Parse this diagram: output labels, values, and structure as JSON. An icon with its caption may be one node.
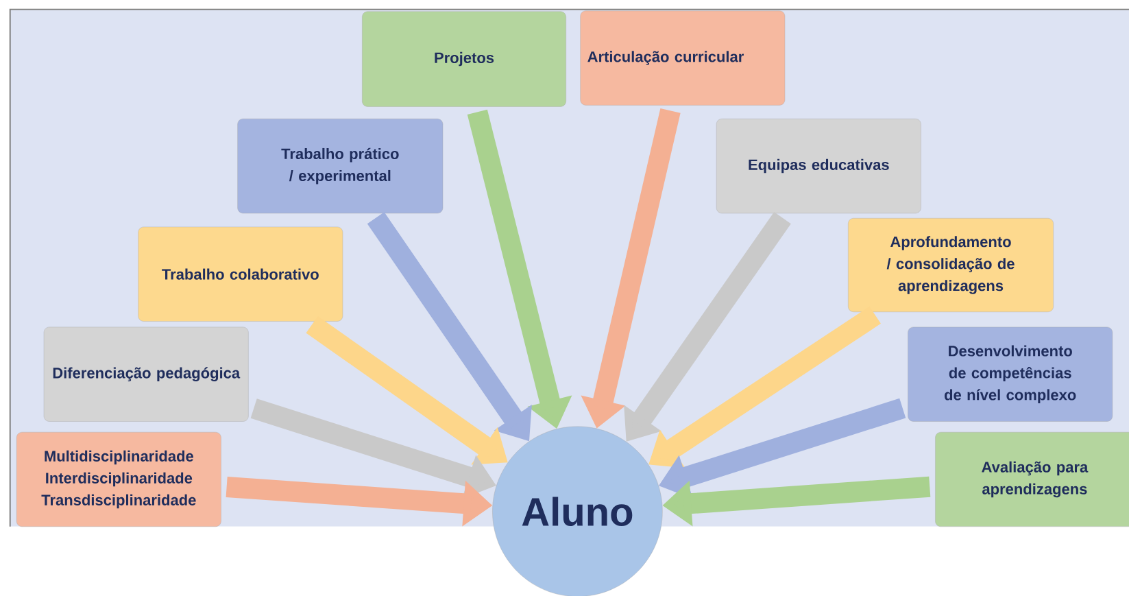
{
  "diagram": {
    "nodes": [
      {
        "text": [
          "Projetos"
        ]
      },
      {
        "text": [
          "Articulação curricular"
        ]
      },
      {
        "text": [
          "Trabalho prático / experimental"
        ]
      },
      {
        "text": [
          "Equipas educativas"
        ]
      },
      {
        "text": [
          "Trabalho colaborativo"
        ]
      },
      {
        "text": [
          "Aprofundamento / consolidação de aprendizagens"
        ]
      },
      {
        "text": [
          "Diferenciação pedagógica"
        ]
      },
      {
        "text": [
          "Desenvolvimento de competências de nível complexo"
        ]
      },
      {
        "text": [
          "Multidisciplinaridade",
          "Interdisciplinaridade",
          "Transdisciplinaridade"
        ]
      },
      {
        "text": [
          "Avaliação para aprendizagens"
        ]
      },
      {
        "text": [
          "Aluno"
        ]
      }
    ],
    "edges": [
      {
        "from": 0,
        "to": 10,
        "arrow": "to",
        "color": "#a9d18e"
      },
      {
        "from": 1,
        "to": 10,
        "arrow": "to",
        "color": "#f4b093"
      },
      {
        "from": 2,
        "to": 10,
        "arrow": "to",
        "color": "#9fb0de"
      },
      {
        "from": 3,
        "to": 10,
        "arrow": "to",
        "color": "#c9c9c9"
      },
      {
        "from": 4,
        "to": 10,
        "arrow": "to",
        "color": "#fdd68a"
      },
      {
        "from": 5,
        "to": 10,
        "arrow": "to",
        "color": "#fdd68a"
      },
      {
        "from": 6,
        "to": 10,
        "arrow": "to",
        "color": "#c9c9c9"
      },
      {
        "from": 7,
        "to": 10,
        "arrow": "to",
        "color": "#9fb0de"
      },
      {
        "from": 8,
        "to": 10,
        "arrow": "to",
        "color": "#f4b093"
      },
      {
        "from": 9,
        "to": 10,
        "arrow": "to",
        "color": "#a9d18e"
      }
    ]
  }
}
